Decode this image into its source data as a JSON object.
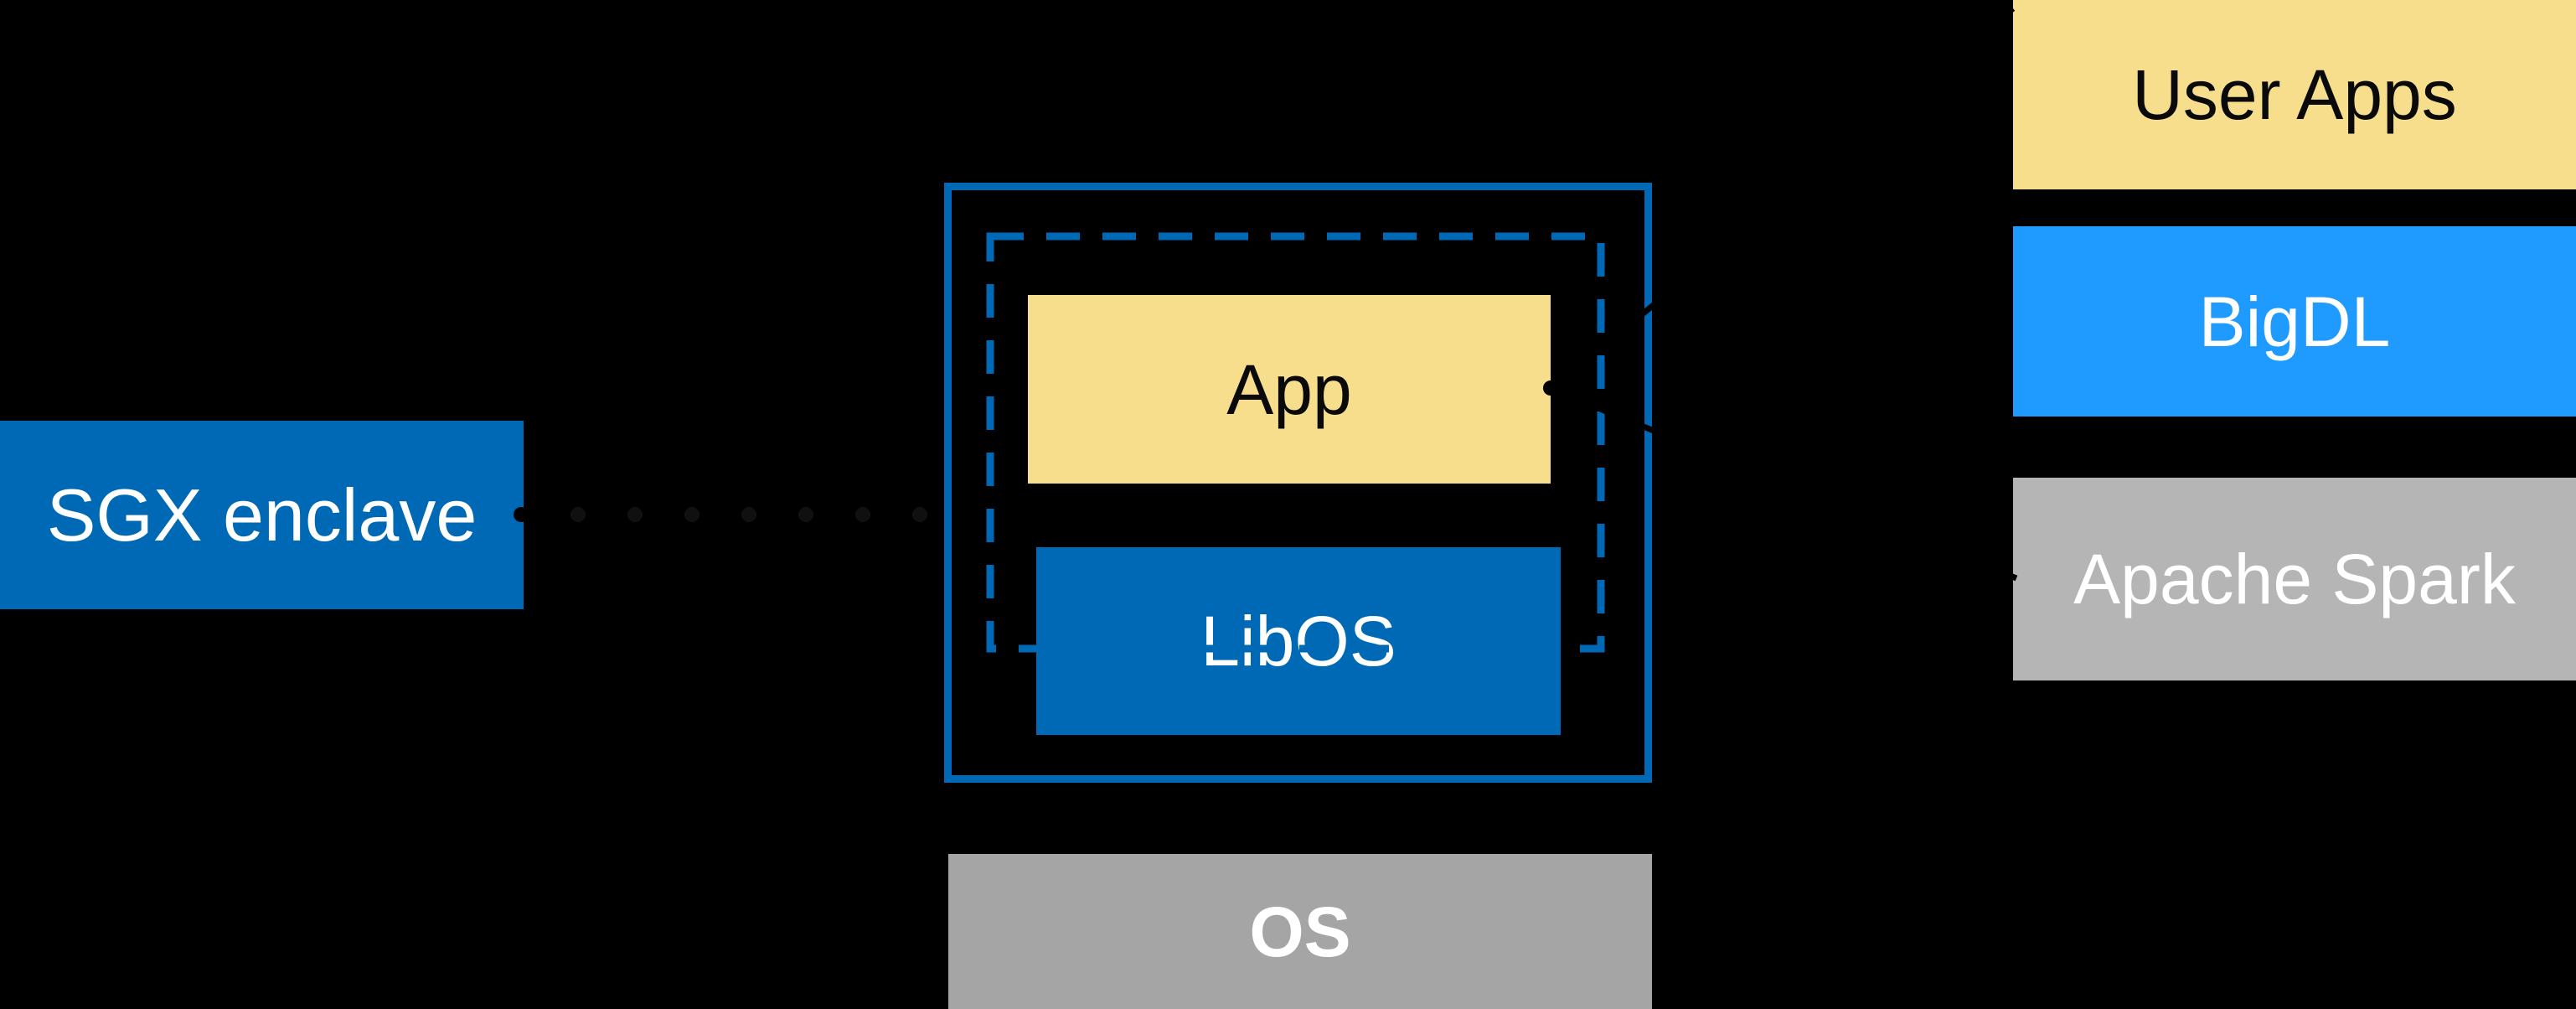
{
  "palette": {
    "background": "#000000",
    "intel_blue": "#0069B6",
    "bright_blue": "#1F9BFF",
    "yellow": "#F7DE8D",
    "gray_spark": "#B5B5B5",
    "gray_os": "#A5A5A5",
    "white": "#FFFFFF",
    "text_dark": "#0A0A0A",
    "connector_black": "#000000",
    "faint_dot": "#101010"
  },
  "diagram": {
    "sgx_enclave": {
      "label": "SGX enclave"
    },
    "enclave_box": {
      "app": {
        "label": "App"
      },
      "libos": {
        "label": "LibOS"
      }
    },
    "os": {
      "label": "OS"
    },
    "stack": {
      "user_apps": {
        "label": "User Apps"
      },
      "bigdl": {
        "label": "BigDL"
      },
      "apache_spark": {
        "label": "Apache Spark"
      }
    }
  }
}
